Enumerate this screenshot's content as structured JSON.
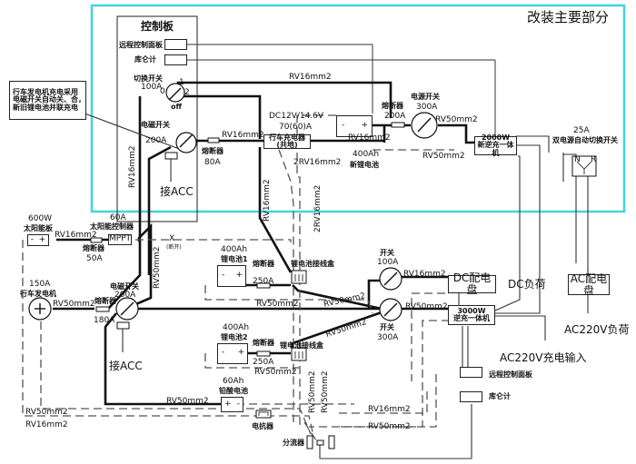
{
  "title": "改装主要部分",
  "colors": {
    "highlight_frame": "#3fd6dd",
    "wire": "#111111",
    "dashed_wire": "#555555"
  },
  "note": "行车发电机充电采用电磁开关自动关、合，新旧锂电池并联充电",
  "note_lines": [
    "行车发电机充电采用",
    "电磁开关自动关、合，",
    "新旧锂电池并联充电"
  ],
  "control_board": {
    "title": "控制板",
    "remote_panel": "远程控制面板",
    "coulometer": "库仑计",
    "switch_label": "切换开关",
    "switch_rating": "100A",
    "pos_0": "0",
    "pos_1": "1",
    "pos_2": "2",
    "pos_off": "off"
  },
  "upper": {
    "wire_top": "RV16mm2",
    "solenoid_label": "电磁开关",
    "solenoid_rating": "200A",
    "acc_label": "接ACC",
    "fuse80_label": "熔断器",
    "fuse80_rating": "80A",
    "wire_to_charger": "RV16mm2",
    "wire_left_vertical": "RV16mm2",
    "wire_mid_vertical": "RV16mm2",
    "charger_spec1": "DC12V/14.6V",
    "charger_spec2": "70(60)A",
    "charger_label": "行车充电器(共地)",
    "charger_wire_below": "2RV16mm2",
    "wire_dashed_vertical": "2RV16mm2",
    "new_battery_wire": "RV16mm2",
    "new_battery_cap": "400Ah",
    "new_battery_label": "新锂电池",
    "battery_minus": "-",
    "battery_plus": "+",
    "fuse200_label": "熔断器",
    "fuse200_rating": "200A",
    "power_switch_label": "电源开关",
    "power_switch_rating": "300A",
    "wire_to_inverter": "RV50mm2",
    "wire_inverter_neg": "RV50mm2",
    "inverter_power": "2000W",
    "inverter_label": "新逆充一体机",
    "ats_rating": "25A",
    "ats_label": "双电源自动切换开关",
    "ats_n": "N",
    "ats_r": "R"
  },
  "solar": {
    "panel_power": "600W",
    "panel_label": "太阳能板",
    "wire": "RV16mm2",
    "fuse_label": "熔断器",
    "fuse_rating": "50A",
    "controller_rating": "60A",
    "controller_label": "太阳能控制器",
    "controller_name": "MPPT",
    "break_mark": "X",
    "break_label": "(断开)",
    "wire_vertical": "RV50mm2"
  },
  "alternator": {
    "rating": "150A",
    "label": "行车发电机",
    "wire": "RV50mm2",
    "fuse_label": "熔断器",
    "fuse_rating": "180A",
    "solenoid_label": "电磁开关",
    "solenoid_rating": "200A",
    "acc_label": "接ACC"
  },
  "battery1": {
    "cap": "400Ah",
    "label": "锂电池1",
    "fuse_label": "熔断器",
    "fuse_rating": "250A",
    "junction_label": "锂电池接线盒",
    "wire": "RV50mm2"
  },
  "battery2": {
    "cap": "400Ah",
    "label": "锂电池2",
    "fuse_label": "熔断器",
    "fuse_rating": "250A",
    "junction_label": "锂电池接线盒",
    "wire": "RV50mm2"
  },
  "lead_battery": {
    "cap": "60Ah",
    "label": "铅酸电池",
    "wire": "RV50mm2",
    "plus": "+",
    "minus": "-"
  },
  "main_bus": {
    "wire_main": "RV50mm2",
    "wire_diag1": "RV50mm2",
    "wire_diag2": "RV50mm2"
  },
  "switch100": {
    "label": "开关",
    "rating": "100A",
    "wire": "RV16mm2"
  },
  "switch300": {
    "label": "开关",
    "rating": "300A",
    "wire": "RV50mm2"
  },
  "dc_panel": {
    "label": "DC配电盘",
    "load": "DC负荷"
  },
  "inverter3000": {
    "power": "3000W",
    "label": "逆充一体机",
    "ac_input": "AC220V充电输入"
  },
  "ac_panel": {
    "label": "AC配电盘",
    "load": "AC220V负荷"
  },
  "bottom": {
    "remote_panel": "远程控制面板",
    "coulometer": "库仑计",
    "reactor": "电抗器",
    "shunt": "分流器",
    "wire_left_1": "RV50mm2",
    "wire_left_2": "RV16mm2",
    "wire_right_1": "RV16mm2",
    "wire_right_2": "RV50mm2",
    "wire_shunt_v1": "RV50mm2",
    "wire_shunt_v2": "RV50mm2"
  }
}
